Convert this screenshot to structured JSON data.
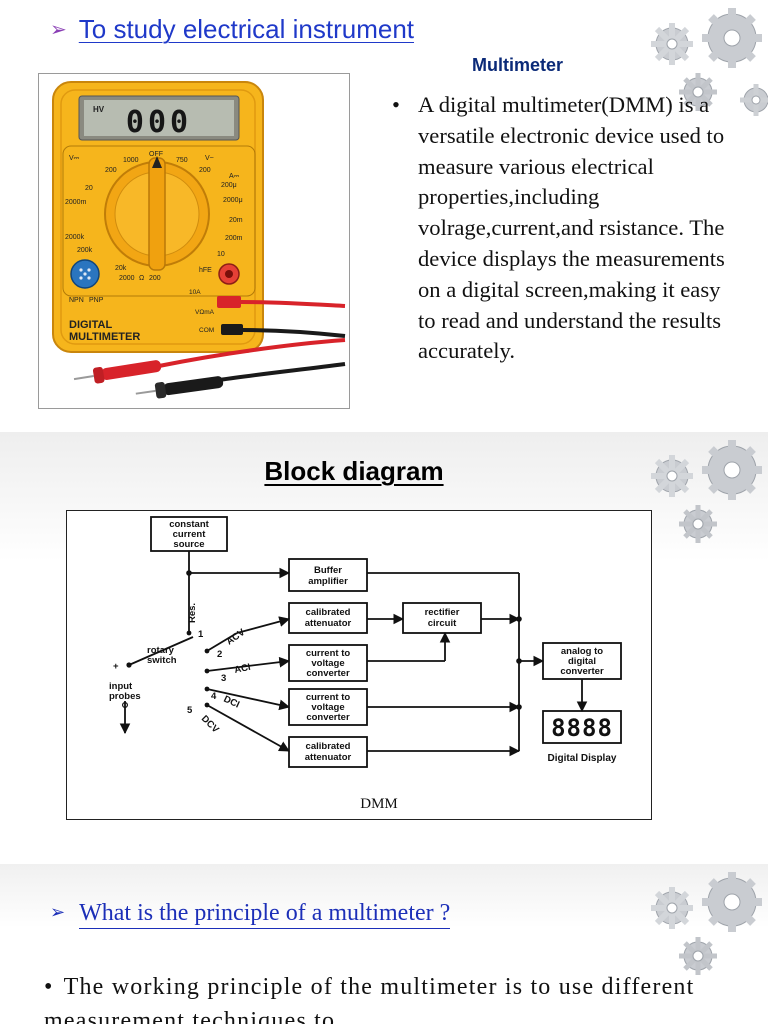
{
  "slide1": {
    "heading": "To study electrical instrument",
    "image_label": "Multimeter",
    "description": "A digital multimeter(DMM) is a versatile electronic device used to measure various electrical properties,including volrage,current,and rsistance. The device displays the measurements on a digital screen,making it easy to read and understand the results accurately.",
    "meter": {
      "display": "000",
      "hv": "HV",
      "brand_line1": "DIGITAL",
      "brand_line2": "MULTIMETER",
      "dial_labels": [
        "V⎓",
        "1000",
        "OFF",
        "750",
        "V~",
        "200",
        "A⎓",
        "200μ",
        "2000μ",
        "20m",
        "200m",
        "10",
        "hFE",
        "20k",
        "2000",
        "Ω",
        "200",
        "200k",
        "2000k",
        "2000m",
        "20",
        "200"
      ],
      "ports": [
        "10A",
        "VΩmA",
        "COM"
      ],
      "sockets": [
        "NPN",
        "PNP"
      ]
    }
  },
  "slide2": {
    "title": "Block diagram",
    "caption": "DMM",
    "blocks": {
      "ccs": [
        "constant",
        "current",
        "source"
      ],
      "buffer": [
        "Buffer",
        "amplifier"
      ],
      "att1": [
        "calibrated",
        "attenuator"
      ],
      "rect": [
        "rectifier",
        "circuit"
      ],
      "ctv1": [
        "current to",
        "voltage",
        "converter"
      ],
      "ctv2": [
        "current to",
        "voltage",
        "converter"
      ],
      "att2": [
        "calibrated",
        "attenuator"
      ],
      "adc": [
        "analog to",
        "digital",
        "converter"
      ]
    },
    "labels": {
      "res": "Res.",
      "rotary": [
        "rotary",
        "switch"
      ],
      "input": [
        "input",
        "probes"
      ],
      "plus": "+",
      "acv": "ACV",
      "aci": "ACI",
      "dci": "DCI",
      "dcv": "DCV",
      "n1": "1",
      "n2": "2",
      "n3": "3",
      "n4": "4",
      "n5": "5",
      "display_digits": "8888",
      "display_label": "Digital Display"
    }
  },
  "slide3": {
    "question": "What is the principle of a multimeter ?",
    "answer": "The working principle of the multimeter is to use different measurement techniques to"
  },
  "colors": {
    "heading_blue": "#1f39c9",
    "arrow_purple": "#8a3fb5",
    "meter_yellow": "#f6b51c"
  },
  "icons": [
    "gear-cluster-icon",
    "arrow-bullet-icon"
  ]
}
